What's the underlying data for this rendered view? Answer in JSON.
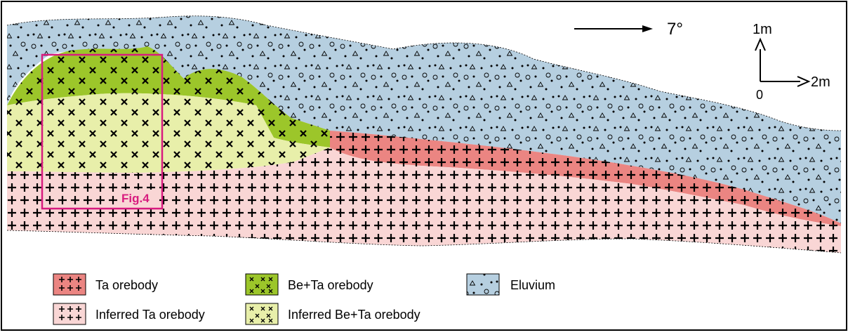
{
  "orientation": {
    "label": "7°"
  },
  "scale": {
    "vertical": "1m",
    "horizontal": "2m",
    "origin": "0"
  },
  "callout": {
    "label": "Fig.4",
    "color": "#d81b7f"
  },
  "legend": [
    {
      "label": "Ta orebody",
      "pattern": "cross",
      "color": "#eb8582"
    },
    {
      "label": "Be+Ta orebody",
      "pattern": "x",
      "color": "#9cc62a"
    },
    {
      "label": "Eluvium",
      "pattern": "gravel",
      "color": "#b6cfe0"
    },
    {
      "label": "Inferred Ta orebody",
      "pattern": "cross",
      "color": "#f9d6d5"
    },
    {
      "label": "Inferred Be+Ta orebody",
      "pattern": "x",
      "color": "#e8efaa"
    }
  ]
}
